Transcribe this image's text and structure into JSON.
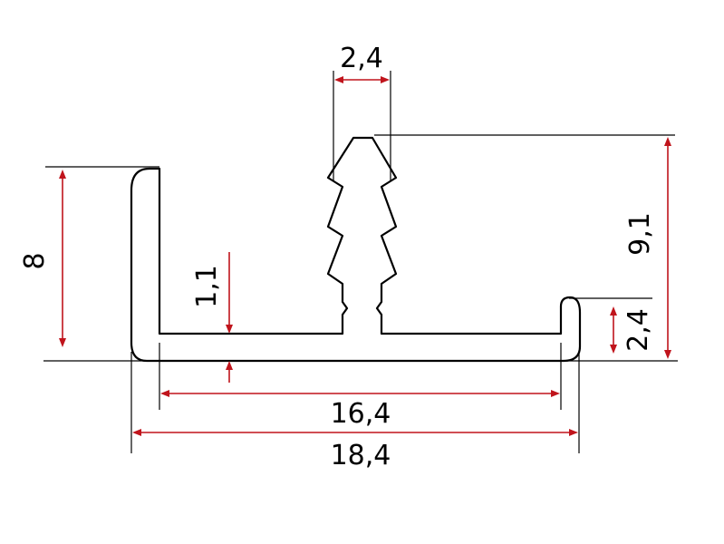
{
  "dimensions": {
    "height_left": "8",
    "base_thickness": "1,1",
    "stem_width": "2,4",
    "total_height": "9,1",
    "lip_height": "2,4",
    "inner_width": "16,4",
    "outer_width": "18,4"
  },
  "colors": {
    "profile_stroke": "#000000",
    "dimension_line": "#c0141c",
    "background": "#ffffff"
  }
}
